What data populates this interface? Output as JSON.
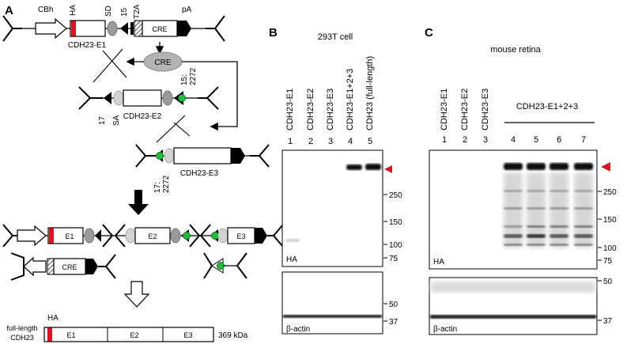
{
  "panel_a": {
    "letter": "A",
    "top_labels": {
      "cbh": "CBh",
      "ha": "HA",
      "sd": "SD",
      "n15": "15",
      "t2a": "T2A",
      "pa": "pA"
    },
    "cre": "CRE",
    "cre_enzyme": "CRE",
    "cdh23_e1": "CDH23-E1",
    "cdh23_e2": "CDH23-E2",
    "cdh23_e3": "CDH23-E3",
    "lbl_17": "17",
    "lbl_sa": "SA",
    "lbl_15_2272": "15:\n2272",
    "lbl_17_2272": "17:\n2272",
    "e1": "E1",
    "e2": "E2",
    "e3": "E3",
    "fl_ha": "HA",
    "fl_label_1": "full-length",
    "fl_label_2": "CDH23",
    "fl_size": "369 kDa",
    "colors": {
      "ha_red": "#e0141e",
      "green": "#1fbe3a",
      "grey": "#9a9a9a"
    }
  },
  "panel_b": {
    "letter": "B",
    "title": "293T cell",
    "lanes": [
      "CDH23-E1",
      "CDH23-E2",
      "CDH23-E3",
      "CDH23-E1+2+3",
      "CDH23 (full-length)"
    ],
    "lane_numbers": [
      "1",
      "2",
      "3",
      "4",
      "5"
    ],
    "markers": [
      "250",
      "150",
      "100",
      "75"
    ],
    "blot_label": "HA",
    "actin_markers": [
      "50",
      "37"
    ],
    "actin_label": "β-actin"
  },
  "panel_c": {
    "letter": "C",
    "title": "mouse retina",
    "lanes": [
      "CDH23-E1",
      "CDH23-E2",
      "CDH23-E3"
    ],
    "group_label": "CDH23-E1+2+3",
    "lane_numbers": [
      "1",
      "2",
      "3",
      "4",
      "5",
      "6",
      "7"
    ],
    "markers": [
      "250",
      "150",
      "100",
      "75"
    ],
    "blot_label": "HA",
    "actin_markers": [
      "50",
      "37"
    ],
    "actin_label": "β-actin"
  },
  "arrow_color": "#e0141e"
}
